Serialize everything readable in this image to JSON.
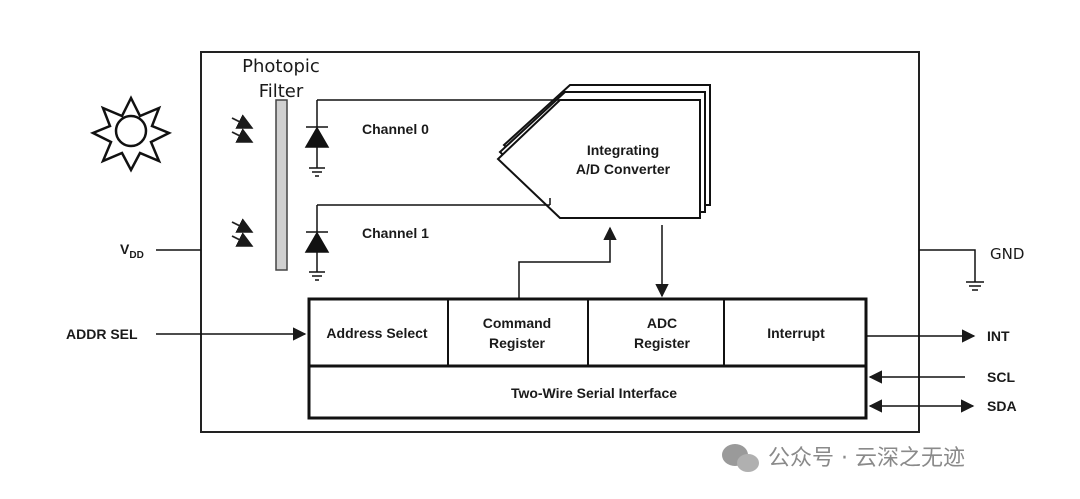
{
  "diagram": {
    "filter_label_line1": "Photopic",
    "filter_label_line2": "Filter",
    "channel0": "Channel 0",
    "channel1": "Channel 1",
    "adc_line1": "Integrating",
    "adc_line2": "A/D Converter",
    "vdd_main": "V",
    "vdd_sub": "DD",
    "gnd": "GND",
    "addr_sel": "ADDR SEL",
    "address_select": "Address Select",
    "command_line1": "Command",
    "command_line2": "Register",
    "adc_reg_line1": "ADC",
    "adc_reg_line2": "Register",
    "interrupt": "Interrupt",
    "serial": "Two-Wire Serial Interface",
    "int": "INT",
    "scl": "SCL",
    "sda": "SDA"
  },
  "watermark": {
    "text": "公众号 · 云深之无迹",
    "icon": "wechat-icon"
  }
}
